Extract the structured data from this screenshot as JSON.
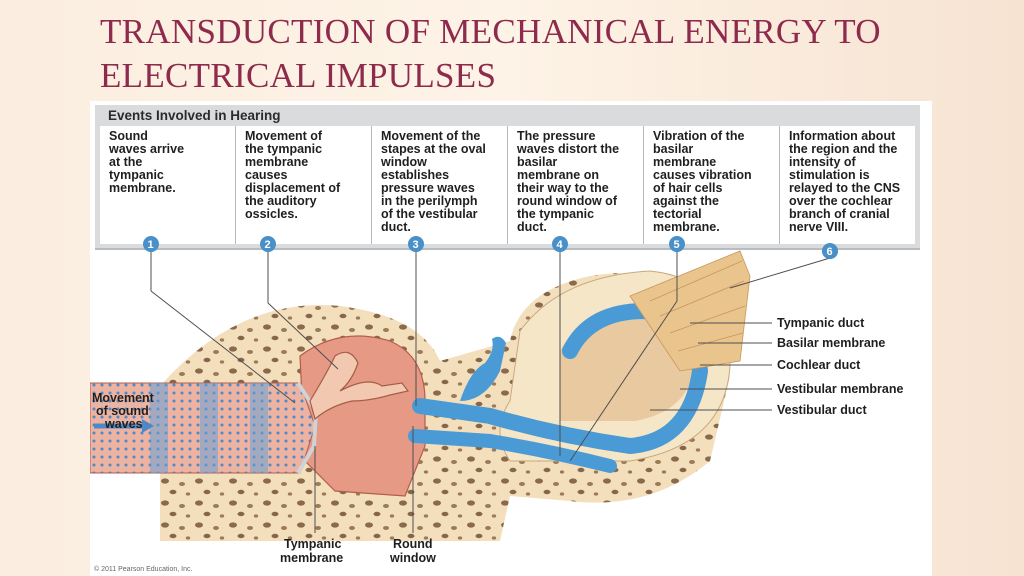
{
  "slide": {
    "title": "TRANSDUCTION OF MECHANICAL ENERGY TO ELECTRICAL IMPULSES"
  },
  "figure": {
    "header": "Events Involved in Hearing",
    "events": [
      {
        "number": "1",
        "text": "Sound\nwaves arrive\nat the\ntympanic\nmembrane."
      },
      {
        "number": "2",
        "text": "Movement of\nthe tympanic\nmembrane\ncauses\ndisplacement of\nthe auditory\nossicles."
      },
      {
        "number": "3",
        "text": "Movement of the\nstapes at the oval\nwindow\nestablishes\npressure waves\nin the perilymph\nof the vestibular\nduct."
      },
      {
        "number": "4",
        "text": "The pressure\nwaves distort the\nbasilar\nmembrane on\ntheir way to the\nround window of\nthe tympanic\nduct."
      },
      {
        "number": "5",
        "text": "Vibration of the\nbasilar\nmembrane\ncauses vibration\nof hair cells\nagainst the\ntectorial\nmembrane."
      },
      {
        "number": "6",
        "text": "Information about\nthe region and the\nintensity of\nstimulation is\nrelayed to the CNS\nover the cochlear\nbranch of cranial\nnerve VIII."
      }
    ],
    "labels": {
      "movement_line1": "Movement",
      "movement_line2": "of sound",
      "movement_line3": "waves",
      "tympanic_duct": "Tympanic duct",
      "basilar_membrane": "Basilar membrane",
      "cochlear_duct": "Cochlear duct",
      "vestibular_membrane": "Vestibular membrane",
      "vestibular_duct": "Vestibular duct",
      "tympanic_membrane_line1": "Tympanic",
      "tympanic_membrane_line2": "membrane",
      "round_window_line1": "Round",
      "round_window_line2": "window"
    },
    "copyright": "© 2011 Pearson Education, Inc.",
    "colors": {
      "title": "#8e2a4b",
      "marker": "#4a90c8",
      "duct": "#4a9ad6",
      "tissue": "#e08e7a",
      "bone": "#f3ddb8"
    }
  }
}
